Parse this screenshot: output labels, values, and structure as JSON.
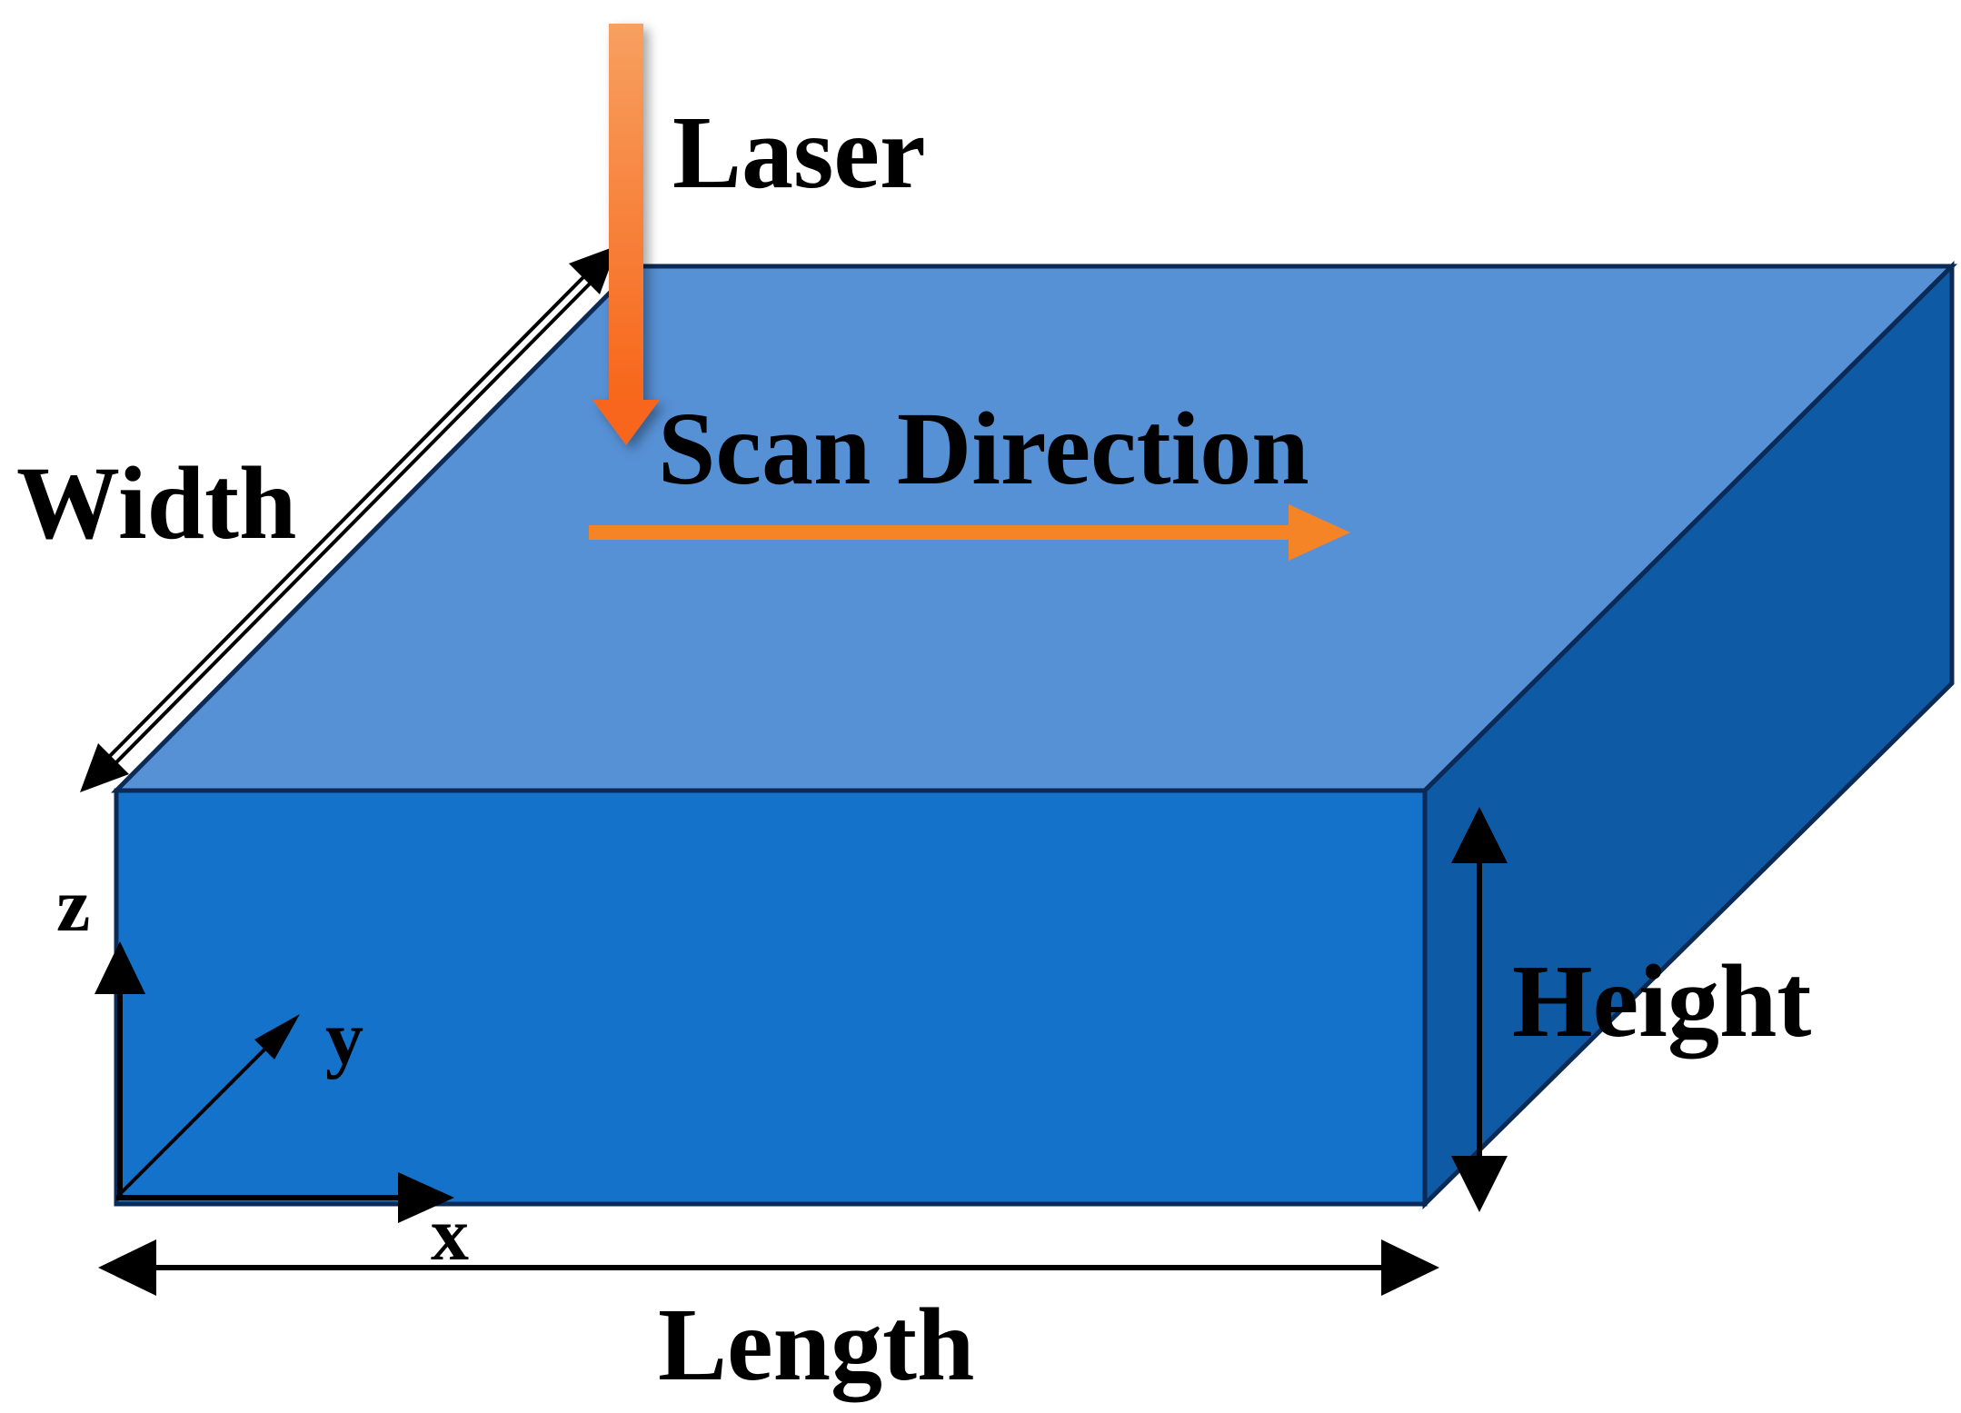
{
  "labels": {
    "laser": "Laser",
    "scan_direction": "Scan Direction",
    "width": "Width",
    "height": "Height",
    "length": "Length",
    "axis_x": "x",
    "axis_y": "y",
    "axis_z": "z"
  },
  "colors": {
    "top_face": "#5690D5",
    "front_face": "#1572CB",
    "side_face": "#0E5AA4",
    "edge": "#0B2A55",
    "laser_top": "#F7A060",
    "laser_bottom": "#F7661A",
    "scan_arrow": "#F58426",
    "dimension_arrow": "#000000"
  },
  "icons": {
    "laser_beam": "down-arrow",
    "scan_arrow": "right-arrow"
  }
}
